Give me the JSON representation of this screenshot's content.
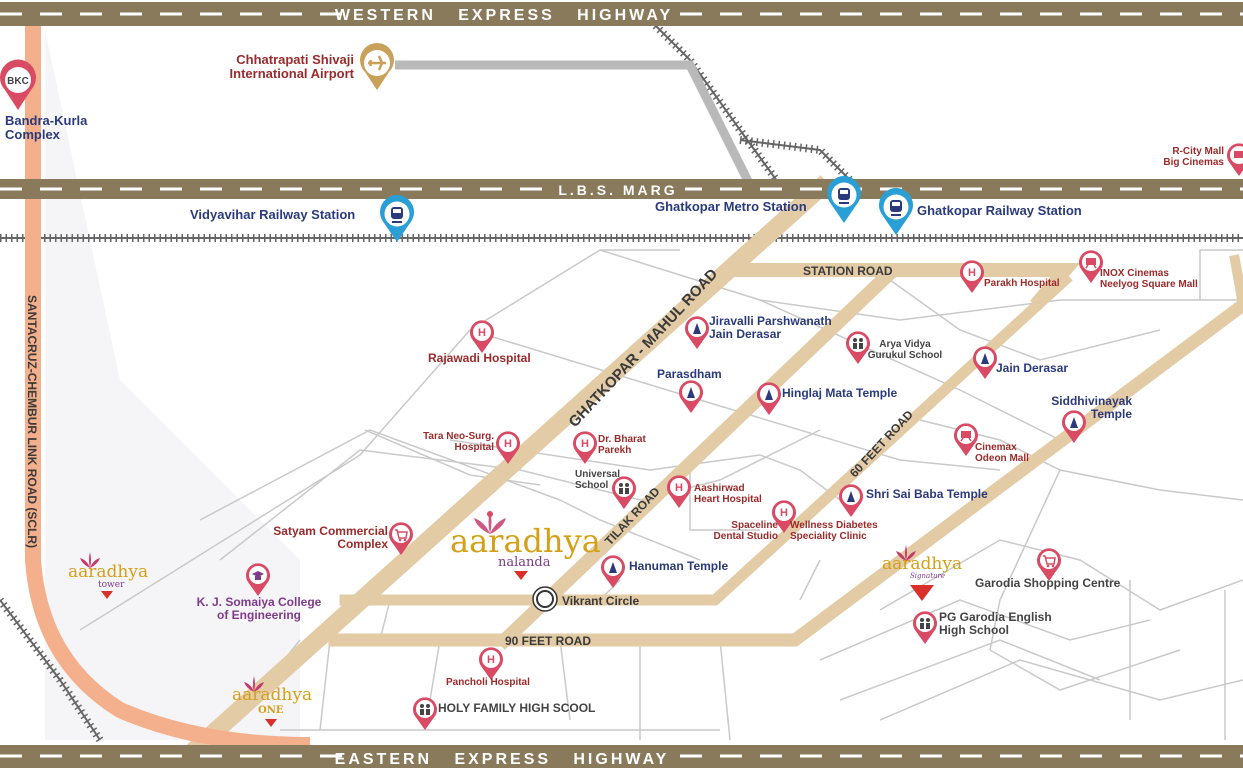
{
  "roads": {
    "western_express_highway": "WESTERN   EXPRESS   HIGHWAY",
    "eastern_express_highway": "EASTERN   EXPRESS   HIGHWAY",
    "lbs_marg": "L.B.S. MARG",
    "sclr": "SANTACRUZ-CHEMBUR LINK ROAD (SCLR)",
    "ghatkopar_mahul_road": "GHATKOPAR - MAHUL ROAD",
    "station_road": "STATION ROAD",
    "sixty_feet_road": "60 FEET ROAD",
    "tilak_road": "TILAK ROAD",
    "ninety_feet_road": "90 FEET ROAD",
    "vikrant_circle": "Vikrant Circle"
  },
  "places": {
    "airport": [
      "Chhatrapati Shivaji",
      "International Airport"
    ],
    "bkc_badge": "BKC",
    "bkc": [
      "Bandra-Kurla",
      "Complex"
    ],
    "rcity": [
      "R-City Mall",
      "Big Cinemas"
    ],
    "vidyavihar": "Vidyavihar Railway Station",
    "ghatkopar_metro": "Ghatkopar Metro Station",
    "ghatkopar_railway": "Ghatkopar Railway Station",
    "parakh": "Parakh Hospital",
    "inox": [
      "INOX Cinemas",
      "Neelyog Square Mall"
    ],
    "jiravalli": [
      "Jiravalli Parshwanath",
      "Jain Derasar"
    ],
    "arya": [
      "Arya Vidya",
      "Gurukul School"
    ],
    "rajawadi": "Rajawadi Hospital",
    "parasdham": "Parasdham",
    "hinglaj": "Hinglaj Mata Temple",
    "jain_derasar": "Jain Derasar",
    "siddhivinayak": [
      "Siddhivinayak",
      "Temple"
    ],
    "tara": [
      "Tara Neo-Surg.",
      "Hospital"
    ],
    "bharat": [
      "Dr. Bharat",
      "Parekh"
    ],
    "universal": [
      "Universal",
      "School"
    ],
    "aashirwad": [
      "Aashirwad",
      "Heart Hospital"
    ],
    "cinemax": [
      "Cinemax",
      "Odeon Mall"
    ],
    "sai_baba": "Shri Sai Baba Temple",
    "satyam": [
      "Satyam Commercial",
      "Complex"
    ],
    "spaceline": [
      "Spaceline",
      "Dental Studio"
    ],
    "wellness": [
      "Wellness Diabetes",
      "Speciality Clinic"
    ],
    "hanuman": "Hanuman Temple",
    "garodia_shopping": "Garodia Shopping Centre",
    "somaiya": [
      "K. J. Somaiya College",
      "of Engineering"
    ],
    "pg_garodia": [
      "PG Garodia English",
      "High School"
    ],
    "pancholi": "Pancholi Hospital",
    "holy_family": "HOLY FAMILY HIGH SCOOL",
    "hospital_glyph": "H"
  },
  "projects": {
    "nalanda": {
      "name": "aaradhya",
      "sub": "nalanda"
    },
    "tower": {
      "name": "aaradhya",
      "sub": "tower"
    },
    "one": {
      "name": "aaradhya",
      "sub": "ONE"
    },
    "signature": {
      "name": "aaradhya",
      "sub": "Signature"
    }
  },
  "colors": {
    "highway": "#8a7a5c",
    "main_road": "#e3cba6",
    "sclr": "#f4b08c",
    "street": "#c8c8c8",
    "pin_hospital": "#d94a64",
    "pin_station": "#2a9fd6",
    "project_gold": "#d4a017",
    "project_red": "#d9302c"
  }
}
